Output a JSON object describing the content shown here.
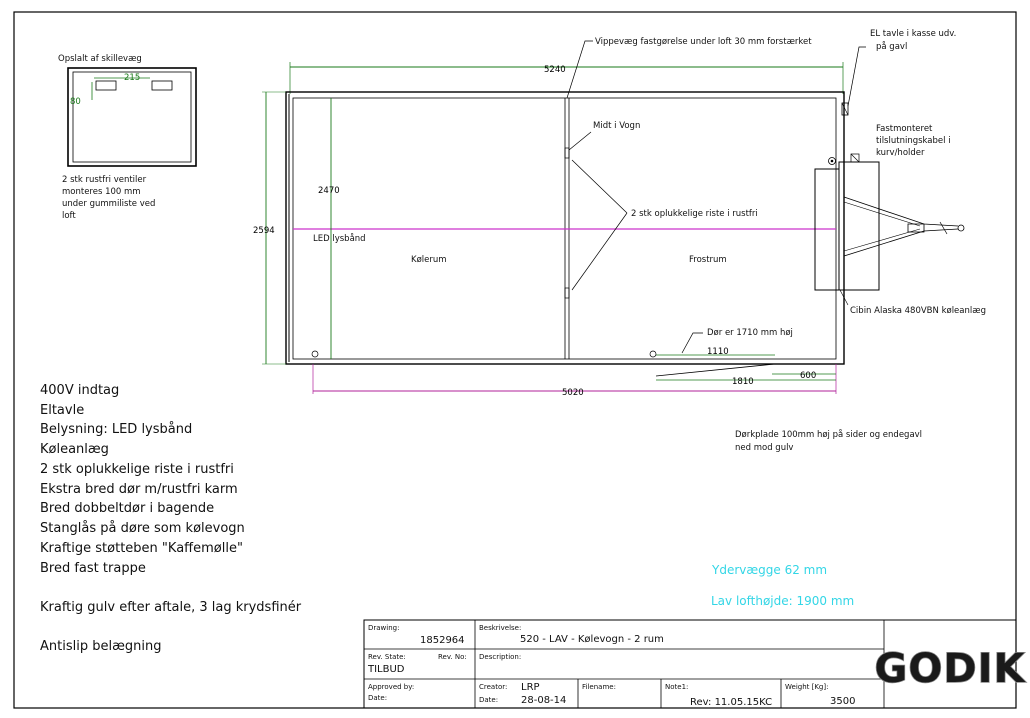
{
  "drawing": {
    "dimensions": {
      "overall_length": "5240",
      "outer_width": "2594",
      "inner_width": "2470",
      "inner_length": "5020",
      "door_height_note": "Dør er 1710 mm høj",
      "door_1110": "1110",
      "door_1810": "1810",
      "door_600": "600",
      "wall_detail_215": "215",
      "wall_detail_80": "80"
    },
    "labels": {
      "wall_detail_title": "Opslalt af skillevæg",
      "vents_note_1": "2 stk rustfri ventiler",
      "vents_note_2": "monteres 100 mm",
      "vents_note_3": "under gummiliste ved",
      "vents_note_4": "loft",
      "hinged_wall": "Vippevæg fastgørelse under loft 30 mm forstærket",
      "el_panel_1": "EL tavle i kasse udv.",
      "el_panel_2": "på gavl",
      "fixed_cable_1": "Fastmonteret",
      "fixed_cable_2": "tilslutningskabel i",
      "fixed_cable_3": "kurv/holder",
      "middle": "Midt i Vogn",
      "grates": "2 stk oplukkelige riste i rustfri",
      "led": "LED lysbånd",
      "cold_room": "Kølerum",
      "freezer_room": "Frostrum",
      "cooling_unit": "Cibin Alaska 480VBN køleanlæg",
      "kick_plate_1": "Dørkplade 100mm høj på sider og endegavl",
      "kick_plate_2": "ned mod gulv",
      "outer_walls": "Ydervægge 62 mm",
      "ceiling_height": "Lav lofthøjde: 1900 mm"
    },
    "features": [
      "400V indtag",
      "Eltavle",
      "Belysning: LED lysbånd",
      "Køleanlæg",
      "2 stk oplukkelige riste i rustfri",
      "Ekstra bred dør m/rustfri karm",
      "Bred dobbeltdør i bagende",
      "Stanglås på døre som kølevogn",
      "Kraftige støtteben \"Kaffemølle\"",
      "Bred fast trappe"
    ],
    "floor_note": "Kraftig gulv efter aftale, 3 lag krydsfinér",
    "antislip": "Antislip belægning"
  },
  "title_block": {
    "drawing_label": "Drawing:",
    "drawing_value": "1852964",
    "desc_label": "Beskrivelse:",
    "desc_value": "520 - LAV - Kølevogn - 2 rum",
    "rev_state_label": "Rev. State:",
    "rev_state_value": "TILBUD",
    "rev_no_label": "Rev. No:",
    "description_label": "Description:",
    "approved_label": "Approved by:",
    "date_label": "Date:",
    "creator_label": "Creator:",
    "creator_value": "LRP",
    "date_label2": "Date:",
    "date_value": "28-08-14",
    "filename_label": "Filename:",
    "note_label": "Note1:",
    "note_value": "Rev: 11.05.15KC",
    "weight_label": "Weight [Kg]:",
    "weight_value": "3500",
    "logo_text": "GODIK"
  },
  "colors": {
    "dimension_green": "#1a7a1a",
    "dimension_magenta": "#b0209a",
    "info_cyan": "#33d6e6",
    "led_line": "#cc33cc"
  }
}
